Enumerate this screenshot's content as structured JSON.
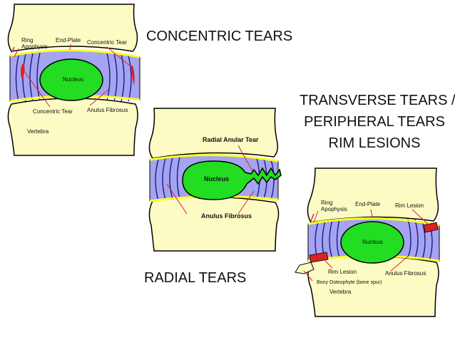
{
  "headings": {
    "concentric": "CONCENTRIC TEARS",
    "radial": "RADIAL TEARS",
    "transverse_line1": "TRANSVERSE TEARS /",
    "transverse_line2": "PERIPHERAL TEARS",
    "transverse_line3": "RIM LESIONS"
  },
  "panel1": {
    "ring_apophysis": "Ring\nApophysis",
    "end_plate": "End-Plate",
    "concentric_tear_top": "Concentric Tear",
    "nucleus": "Nucleus",
    "concentric_tear_bottom": "Concentric Tear",
    "anulus_fibrosus": "Anulus Fibrosus",
    "vertebra": "Vertebra"
  },
  "panel2": {
    "radial_anular_tear": "Radial Anular Tear",
    "nucleus": "Nucleus",
    "anulus_fibrosus": "Anulus Fibrosus"
  },
  "panel3": {
    "ring_apophysis": "Ring\nApophysis",
    "end_plate": "End-Plate",
    "rim_lesion_top": "Rim Lesion",
    "nucleus": "Nucleus",
    "rim_lesion_bottom": "Rim Lesion",
    "anulus_fibrosus": "Anulus Fibrosus",
    "bony_osteophyte": "Bony Osteophyte (bone spur)",
    "vertebra": "Vertebra"
  },
  "colors": {
    "bone": "#fdfbc4",
    "disc": "#a4a4f0",
    "nucleus": "#22dd22",
    "end_plate": "#ffff22",
    "tear": "#dd2222",
    "line": "#1a1a8a"
  }
}
